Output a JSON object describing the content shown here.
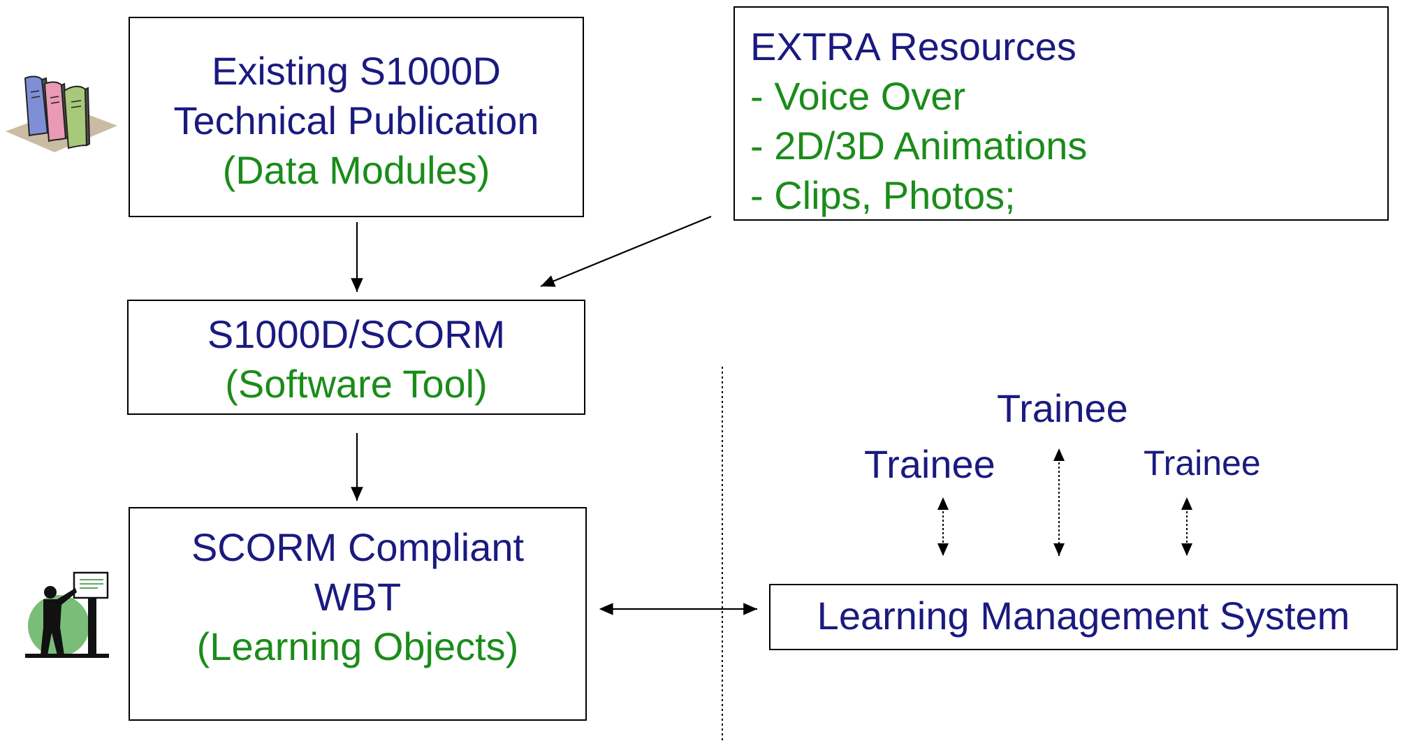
{
  "boxes": {
    "existing": {
      "line1": "Existing S1000D",
      "line2": "Technical Publication",
      "line3": "(Data Modules)"
    },
    "extra": {
      "title": "EXTRA Resources",
      "items": [
        "- Voice Over",
        "- 2D/3D Animations",
        "- Clips, Photos;"
      ]
    },
    "tool": {
      "line1": "S1000D/SCORM",
      "line2": "(Software Tool)"
    },
    "wbt": {
      "line1": "SCORM Compliant",
      "line2": "WBT",
      "line3": "(Learning Objects)"
    },
    "lms": {
      "label": "Learning Management System"
    }
  },
  "trainees": {
    "left": "Trainee",
    "center": "Trainee",
    "right": "Trainee"
  },
  "icons": {
    "books": "stacked-books-icon",
    "presenter": "presenter-at-board-icon"
  },
  "colors": {
    "primary_text": "#1a1a80",
    "secondary_text": "#1a8c1a",
    "border": "#000000"
  }
}
